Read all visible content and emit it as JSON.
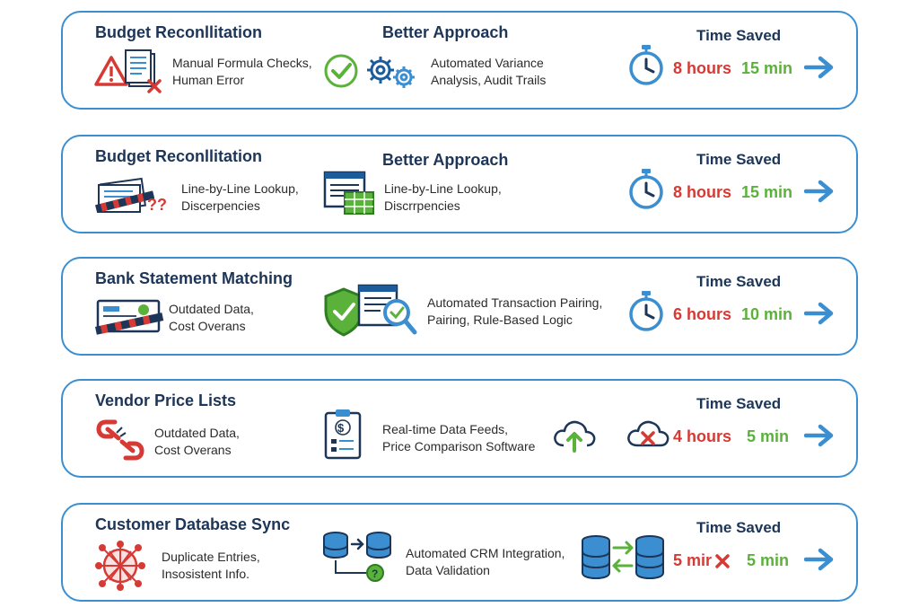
{
  "rows": [
    {
      "title": "Budget Reconllitation",
      "better_title": "Better Approach",
      "problem": "Manual Formula Checks,\nHuman Error",
      "solution": "Automated Variance\nAnalysis, Audit Trails",
      "time_label": "Time Saved",
      "hours": "8 hours",
      "minutes": "15 min"
    },
    {
      "title": "Budget Reconllitation",
      "better_title": "Better Approach",
      "problem": "Line-by-Line Lookup,\nDiscerpencies",
      "solution": "Line-by-Line Lookup,\nDiscrrpencies",
      "time_label": "Time Saved",
      "hours": "8 hours",
      "minutes": "15 min"
    },
    {
      "title": "Bank Statement Matching",
      "problem": "Outdated Data,\nCost Overans",
      "solution": "Automated Transaction Pairing,\nPairing, Rule-Based Logic",
      "time_label": "Time Saved",
      "hours": "6 hours",
      "minutes": "10 min"
    },
    {
      "title": "Vendor Price Lists",
      "problem": "Outdated Data,\nCost Overans",
      "solution": "Real-time Data Feeds,\nPrice Comparison Software",
      "time_label": "Time Saved",
      "hours": "4 hours",
      "minutes": "5 min"
    },
    {
      "title": "Customer Database Sync",
      "problem": "Duplicate Entries,\nInsosistent Info.",
      "solution": "Automated CRM Integration,\nData Validation",
      "time_label": "Time Saved",
      "hours": "5 mir",
      "minutes": "5 min"
    }
  ],
  "icons": {
    "warning": "warning-icon",
    "document": "document-icon",
    "check": "check-icon",
    "gears": "gears-icon",
    "stopwatch": "stopwatch-icon",
    "arrow": "arrow-right-icon",
    "spreadsheet": "spreadsheet-icon",
    "caution_docs": "caution-tape-documents-icon",
    "shield": "shield-icon",
    "magnifier": "magnifier-icon",
    "cheque": "cheque-icon",
    "broken_chain": "broken-chain-icon",
    "clipboard": "clipboard-price-icon",
    "cloud_upload": "cloud-upload-icon",
    "cloud_error": "cloud-error-icon",
    "network": "network-icon",
    "database": "database-icon",
    "sync_arrows": "sync-arrows-icon",
    "x_mark": "x-mark-icon"
  },
  "colors": {
    "border": "#3b8fd0",
    "hours": "#d63a35",
    "minutes": "#5ab23a",
    "arrow": "#3b8fd0",
    "title": "#1d3557"
  }
}
